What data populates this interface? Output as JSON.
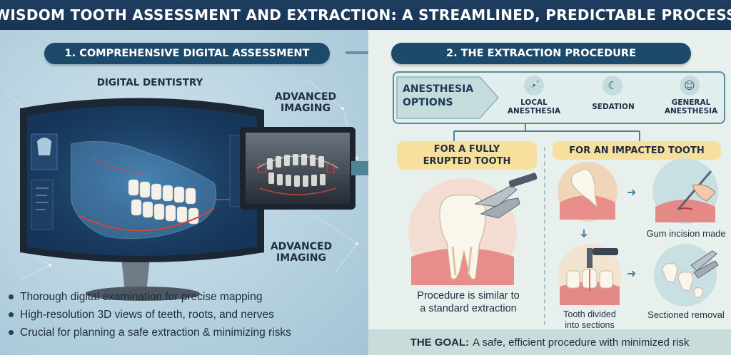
{
  "title": "WISDOM TOOTH ASSESSMENT AND EXTRACTION: A STREAMLINED, PREDICTABLE PROCESS",
  "assessment": {
    "heading": "1. COMPREHENSIVE DIGITAL ASSESSMENT",
    "label_digital": "DIGITAL DENTISTRY",
    "label_imaging_top_1": "ADVANCED",
    "label_imaging_top_2": "IMAGING",
    "label_imaging_bottom_1": "ADVANCED",
    "label_imaging_bottom_2": "IMAGING",
    "bullets": [
      "Thorough digital examination for precise mapping",
      "High-resolution 3D views of teeth, roots, and nerves",
      "Crucial for planning a safe extraction & minimizing risks"
    ]
  },
  "procedure": {
    "heading": "2. THE EXTRACTION PROCEDURE",
    "anesthesia": {
      "title_1": "ANESTHESIA",
      "title_2": "OPTIONS",
      "options": [
        {
          "line1": "LOCAL",
          "line2": "ANESTHESIA",
          "icon": "syringe-icon"
        },
        {
          "line1": "SEDATION",
          "line2": "",
          "icon": "sleep-icon"
        },
        {
          "line1": "GENERAL",
          "line2": "ANESTHESIA",
          "icon": "patient-icon"
        }
      ]
    },
    "erupted": {
      "label_1": "FOR A FULLY",
      "label_2": "ERUPTED TOOTH",
      "caption_1": "Procedure is similar to",
      "caption_2": "a standard extraction"
    },
    "impacted": {
      "label": "FOR AN IMPACTED TOOTH",
      "step_incision": "Gum incision made",
      "step_divided_1": "Tooth divided",
      "step_divided_2": "into sections",
      "step_removal": "Sectioned removal"
    },
    "goal_label": "THE GOAL:",
    "goal_text": "A safe, efficient procedure with minimized risk"
  },
  "colors": {
    "banner": "#1f3e60",
    "pill": "#1d4a6a",
    "accent_yellow": "#f7df9e",
    "nerve_red": "#d2453a"
  }
}
